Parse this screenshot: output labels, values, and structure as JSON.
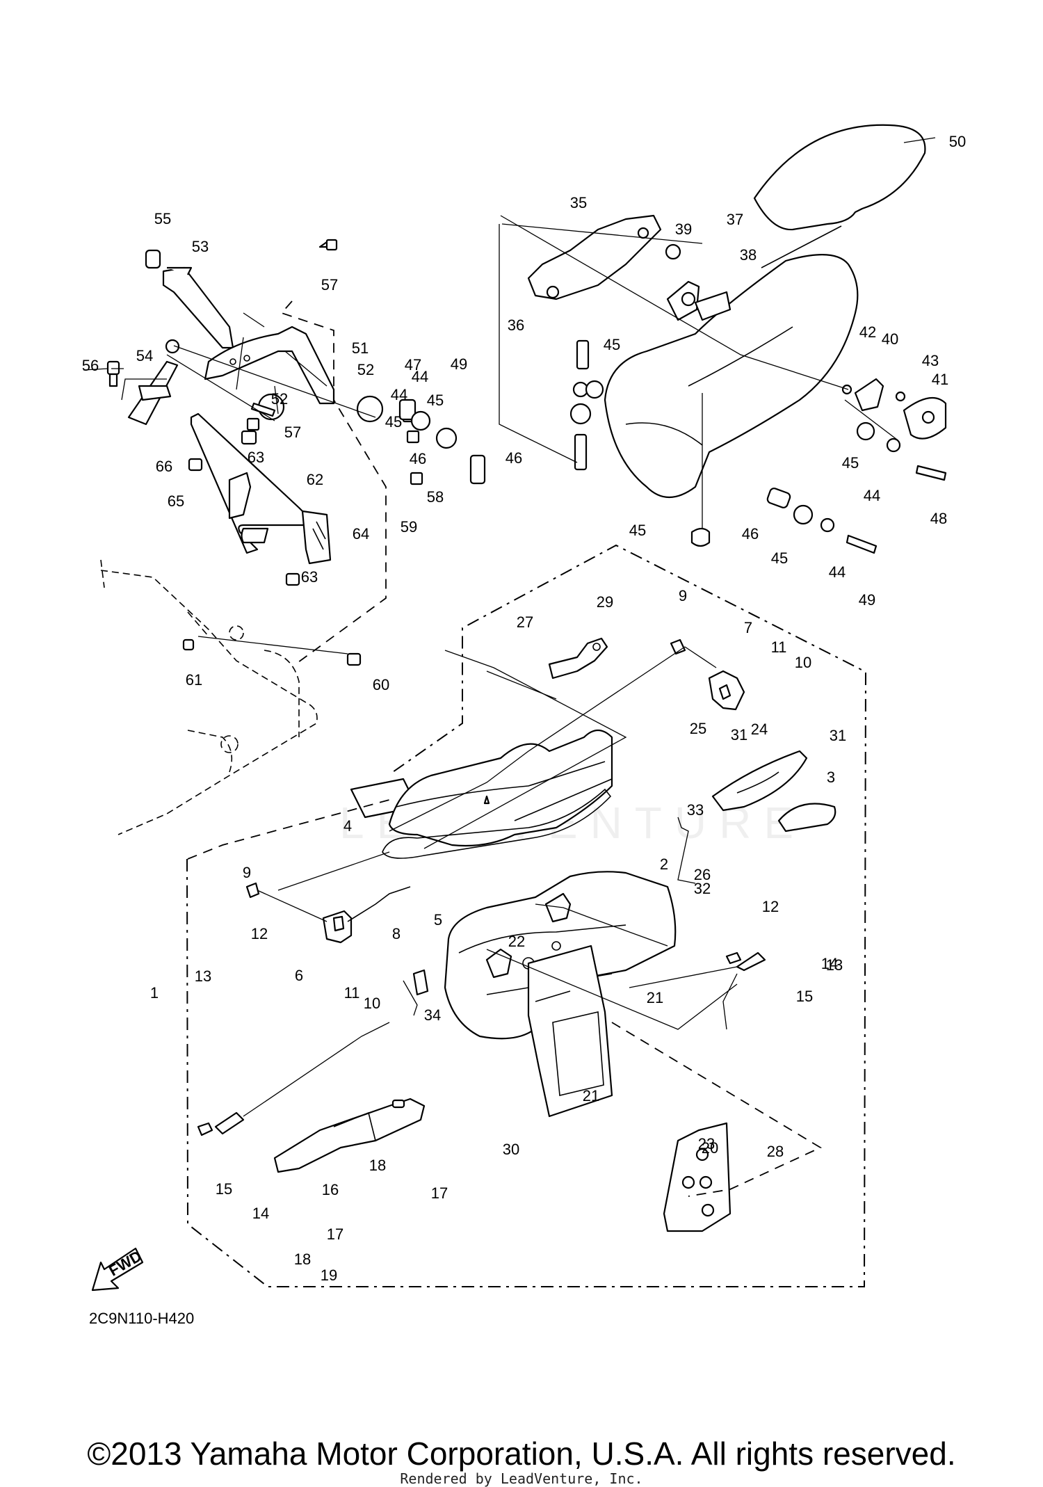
{
  "diagram": {
    "code": "2C9N110-H420",
    "fwd_label": "FWD",
    "watermark": "LEADVENTURE",
    "copyright": "©2013 Yamaha Motor Corporation, U.S.A. All rights reserved.",
    "rendered_by": "Rendered by LeadVenture, Inc."
  },
  "callouts": [
    "1",
    "2",
    "3",
    "4",
    "5",
    "6",
    "7",
    "8",
    "9",
    "9",
    "10",
    "10",
    "11",
    "11",
    "12",
    "12",
    "13",
    "13",
    "14",
    "14",
    "15",
    "15",
    "16",
    "17",
    "17",
    "18",
    "18",
    "19",
    "20",
    "21",
    "21",
    "22",
    "23",
    "24",
    "25",
    "26",
    "27",
    "28",
    "29",
    "30",
    "31",
    "31",
    "32",
    "33",
    "34",
    "35",
    "36",
    "37",
    "38",
    "39",
    "40",
    "41",
    "42",
    "43",
    "44",
    "44",
    "44",
    "44",
    "45",
    "45",
    "45",
    "45",
    "45",
    "45",
    "46",
    "46",
    "46",
    "47",
    "48",
    "49",
    "49",
    "50",
    "51",
    "52",
    "52",
    "53",
    "54",
    "55",
    "56",
    "57",
    "57",
    "58",
    "59",
    "60",
    "61",
    "62",
    "63",
    "63",
    "64",
    "65",
    "66"
  ]
}
